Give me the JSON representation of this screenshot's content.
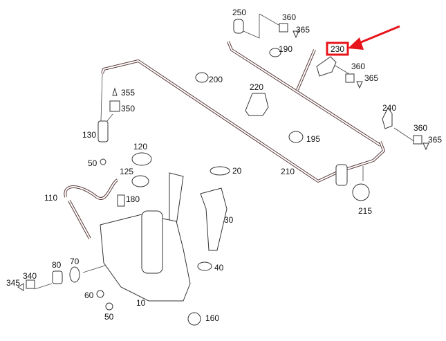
{
  "diagram": {
    "highlight_color": "#e8141b",
    "highlighted_part": "230",
    "labels": [
      "250",
      "360",
      "365",
      "190",
      "230",
      "360",
      "365",
      "200",
      "355",
      "350",
      "220",
      "240",
      "360",
      "365",
      "130",
      "120",
      "195",
      "50",
      "125",
      "20",
      "210",
      "110",
      "180",
      "215",
      "30",
      "70",
      "80",
      "40",
      "340",
      "345",
      "60",
      "10",
      "50",
      "160"
    ]
  }
}
